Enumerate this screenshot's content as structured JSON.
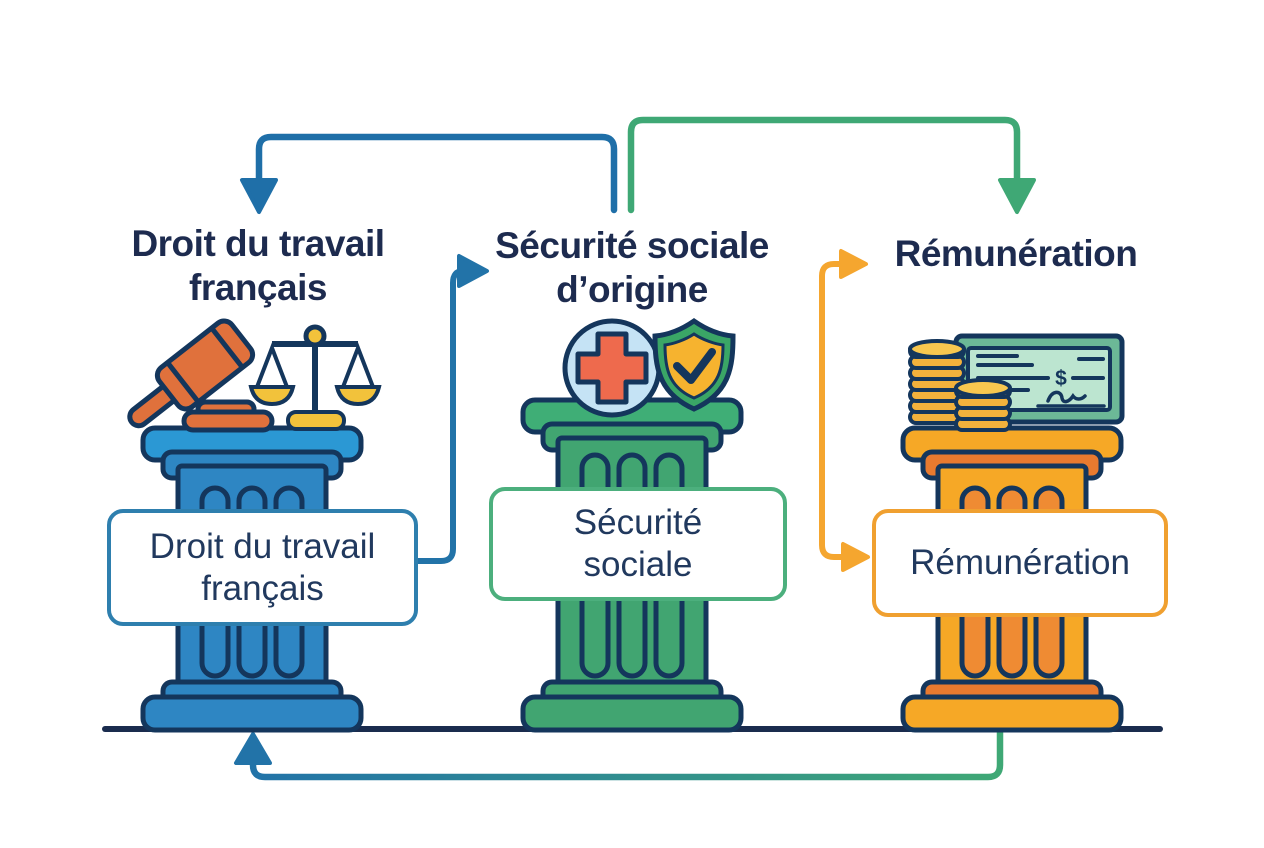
{
  "diagram": {
    "pillars": [
      {
        "id": "droit-du-travail-francais",
        "title": [
          "Droit du travail",
          "français"
        ],
        "label": [
          "Droit du travail",
          "français"
        ],
        "pillar_color": "#2E86C3",
        "capital_color": "#2B98D4",
        "label_border_color": "#2E7FAE",
        "icons": [
          "gavel-icon",
          "scales-of-justice-icon"
        ]
      },
      {
        "id": "securite-sociale-origine",
        "title": [
          "Sécurité sociale",
          "d’origine"
        ],
        "label": [
          "Sécurité",
          "sociale"
        ],
        "pillar_color": "#41A571",
        "capital_color": "#3FAE76",
        "label_border_color": "#4CAF7D",
        "icons": [
          "medical-cross-icon",
          "shield-check-icon"
        ]
      },
      {
        "id": "remuneration",
        "title": [
          "Rémunération"
        ],
        "label": [
          "Rémunération"
        ],
        "pillar_color": "#F6A826",
        "capital_accent_color": "#E87A2F",
        "label_border_color": "#F0A030",
        "icons": [
          "coins-icon",
          "cheque-icon"
        ],
        "cheque_symbol": "$"
      }
    ],
    "arrows": [
      {
        "name": "arrow-top-to-droit",
        "color": "#1F6FA8",
        "direction": "down"
      },
      {
        "name": "arrow-top-to-remuneration",
        "color": "#3FA875",
        "direction": "down"
      },
      {
        "name": "arrow-droit-to-securite",
        "color": "#2273A8",
        "direction": "right"
      },
      {
        "name": "arrow-branch-to-remuneration",
        "color": "#F5A62F",
        "direction": "right"
      },
      {
        "name": "arrow-bottom-return",
        "colors": [
          "#3FA875",
          "#2273A8"
        ],
        "direction": "up"
      }
    ],
    "colors": {
      "outline_navy": "#14365C",
      "title_text": "#1D2B4F",
      "label_text": "#21395E",
      "baseline": "#1A2C4E",
      "gavel_orange": "#E0713C",
      "cross_red": "#EE6A4D",
      "shield_green": "#3AA666",
      "shield_inner_gold": "#F6B32F",
      "coin_gold": "#F2B13C",
      "cheque_green": "#6CB897",
      "cheque_paper": "#BCE5D0",
      "scale_gold": "#F2C23B",
      "cross_circle_blue": "#C5E3F5"
    }
  }
}
